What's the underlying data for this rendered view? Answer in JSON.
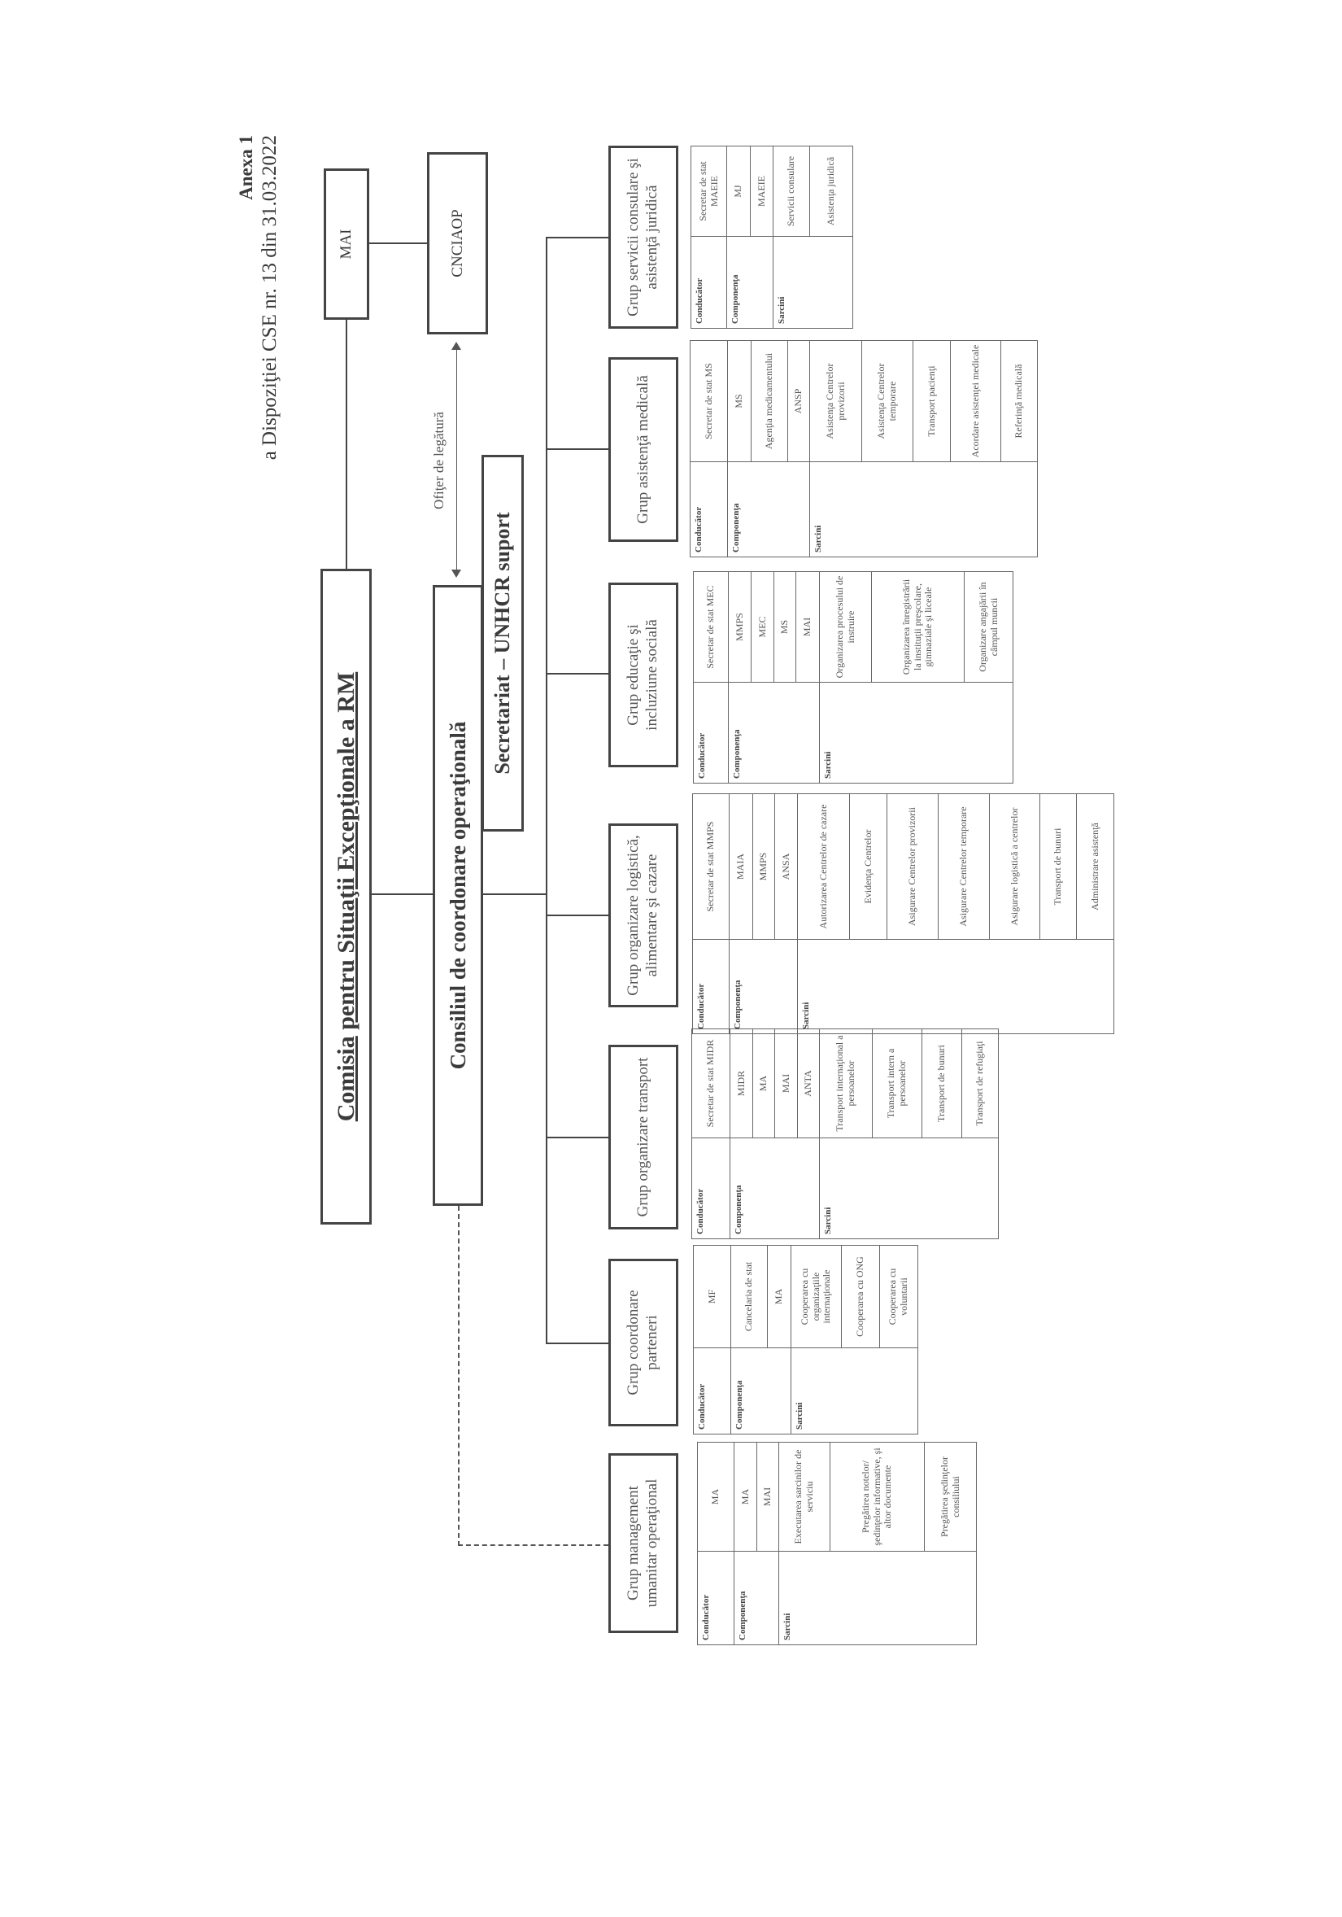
{
  "header": {
    "annex": "Anexa 1",
    "subtitle": "a Dispoziţiei CSE nr. 13 din 31.03.2022"
  },
  "nodes": {
    "mai": "MAI",
    "cnciaop": "CNCIAOP",
    "liaison": "Ofiţer de legătură",
    "commission_prefix": "Comisia",
    "commission_rest": "pentru Situaţii Excepţionale a RM",
    "council": "Consiliul de coordonare operaţională",
    "secretariat": "Secretariat – UNHCR suport"
  },
  "labels": {
    "leader": "Conducător",
    "components": "Componenţa",
    "tasks": "Sarcini"
  },
  "groups": [
    {
      "name": "Grup management umanitar operaţional",
      "leader": "MA",
      "components": [
        "MA",
        "MAI"
      ],
      "tasks": [
        "Executarea sarcinilor de serviciu",
        "Pregătirea notelor/ şedinţelor informative, şi altor documente",
        "Pregătirea şedinţelor consiliului"
      ]
    },
    {
      "name": "Grup coordonare parteneri",
      "leader": "MF",
      "components": [
        "Cancelaria de stat",
        "MA"
      ],
      "tasks": [
        "Cooperarea cu organizaţiile internaţionale",
        "Cooperarea cu ONG",
        "Cooperarea cu voluntarii"
      ]
    },
    {
      "name": "Grup organizare transport",
      "leader": "Secretar de stat MIDR",
      "components": [
        "MIDR",
        "MA",
        "MAI",
        "ANTA"
      ],
      "tasks": [
        "Transport internaţional a persoanelor",
        "Transport intern a persoanelor",
        "Transport de bunuri",
        "Transport de refugiaţi"
      ]
    },
    {
      "name": "Grup organizare logistică, alimentare şi cazare",
      "leader": "Secretar de stat MMPS",
      "components": [
        "MAIA",
        "MMPS",
        "ANSA"
      ],
      "tasks": [
        "Autorizarea Centrelor de cazare",
        "Evidenţa Centrelor",
        "Asigurare Centrelor provizorii",
        "Asigurare Centrelor temporare",
        "Asigurare logistică a centrelor",
        "Transport de bunuri",
        "Administrare asistenţă"
      ]
    },
    {
      "name": "Grup educaţie şi incluziune socială",
      "leader": "Secretar de stat MEC",
      "components": [
        "MMPS",
        "MEC",
        "MS",
        "MAI"
      ],
      "tasks": [
        "Organizarea procesului de instruire",
        "Organizarea înregistrării la instituţii preşcolare, gimnaziale şi liceale",
        "Organizare angajării în câmpul muncii"
      ]
    },
    {
      "name": "Grup asistenţă medicală",
      "leader": "Secretar de stat MS",
      "components": [
        "MS",
        "Agenţia medicamentului",
        "ANSP"
      ],
      "tasks": [
        "Asistenţa Centrelor provizorii",
        "Asistenţa Centrelor temporare",
        "Transport pacienţi",
        "Acordare asistenţei medicale",
        "Referinţă medicală"
      ]
    },
    {
      "name": "Grup servicii consulare şi asistenţă juridică",
      "leader": "Secretar de stat MAEIE",
      "components": [
        "MJ",
        "MAEIE"
      ],
      "tasks": [
        "Servicii consulare",
        "Asistenţa juridică"
      ]
    }
  ]
}
